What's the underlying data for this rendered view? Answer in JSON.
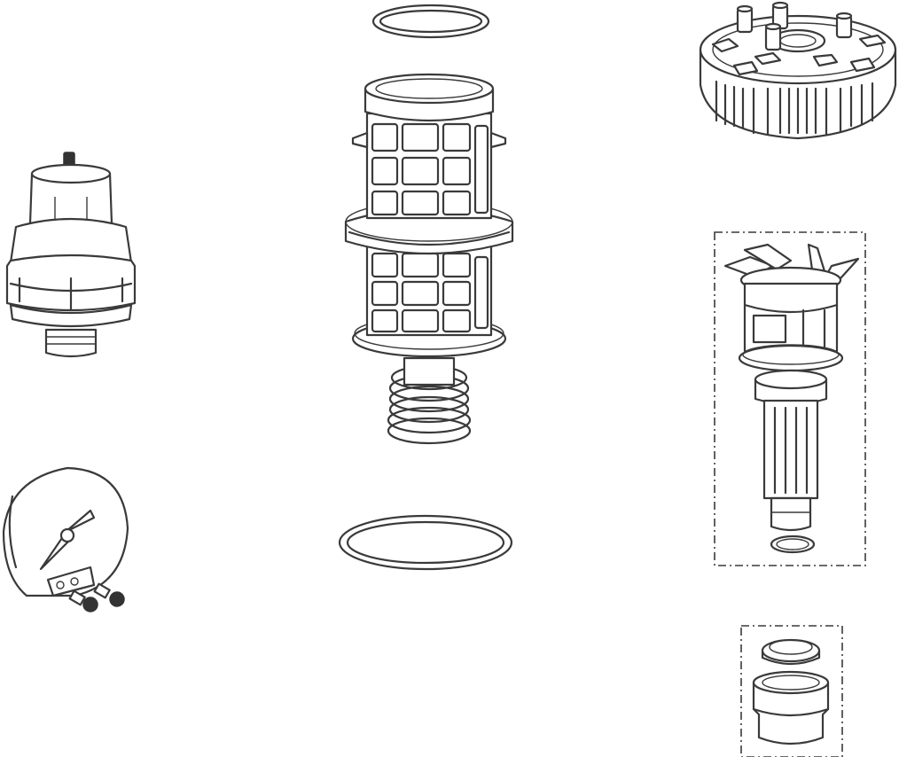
{
  "diagram": {
    "kind": "exploded parts drawing",
    "background": "#ffffff",
    "line_color": "#3a3a3a",
    "parts": [
      {
        "name": "air-vent-valve"
      },
      {
        "name": "adjusting-dial-with-screws"
      },
      {
        "name": "top-o-ring"
      },
      {
        "name": "strainer-cage-with-spring"
      },
      {
        "name": "bottom-o-ring"
      },
      {
        "name": "impeller-housing"
      },
      {
        "name": "impeller-shaft-assembly"
      },
      {
        "name": "bushing-and-seal-kit"
      }
    ]
  }
}
